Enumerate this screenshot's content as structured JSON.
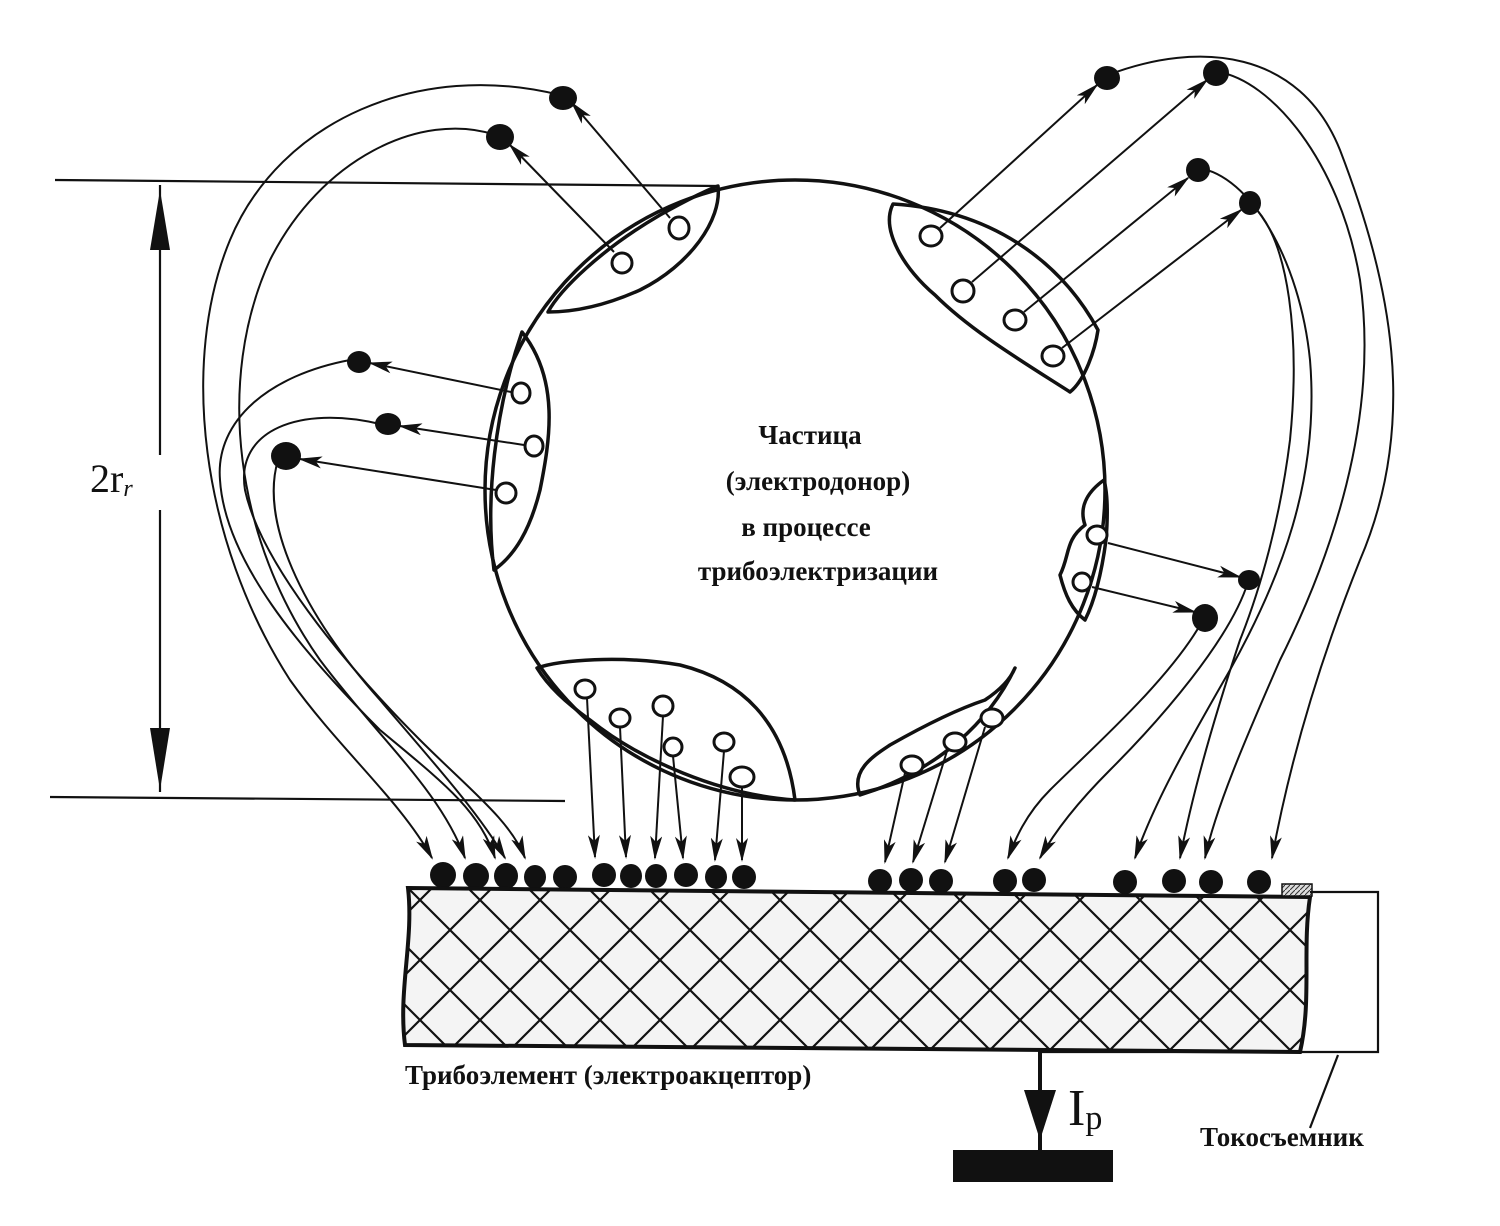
{
  "labels": {
    "particle_line1": "Частица",
    "particle_line2": "(электродонор)",
    "particle_line3": "в процессе",
    "particle_line4": "трибоэлектризации",
    "triboelement": "Трибоэлемент (электроакцептор)",
    "collector": "Токосъемник",
    "dimension_main": "2r",
    "dimension_sub": "r",
    "current_main": "I",
    "current_sub": "p"
  },
  "colors": {
    "ink": "#111111",
    "background": "#ffffff",
    "hatch_fill": "#f4f4f4"
  }
}
